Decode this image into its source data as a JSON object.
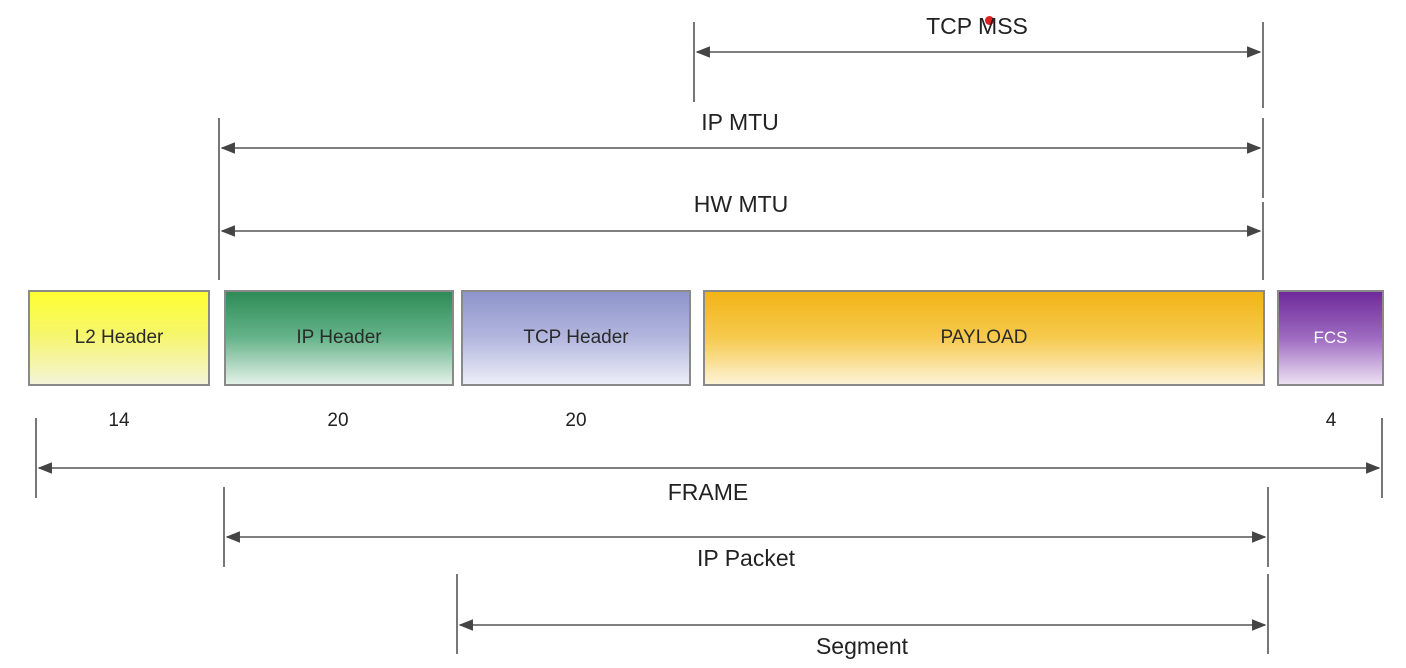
{
  "blocks": [
    {
      "label": "L2 Header",
      "size": "14"
    },
    {
      "label": "IP Header",
      "size": "20"
    },
    {
      "label": "TCP Header",
      "size": "20"
    },
    {
      "label": "PAYLOAD",
      "size": ""
    },
    {
      "label": "FCS",
      "size": "4"
    }
  ],
  "spans": {
    "tcp_mss": "TCP MSS",
    "ip_mtu": "IP MTU",
    "hw_mtu": "HW MTU",
    "frame": "FRAME",
    "ip_packet": "IP Packet",
    "segment": "Segment"
  },
  "colors": {
    "l2_header": "#ffff33",
    "ip_header": "#2e8b57",
    "tcp_header": "#8f94cc",
    "payload": "#f2b417",
    "fcs": "#6f2a9a"
  }
}
